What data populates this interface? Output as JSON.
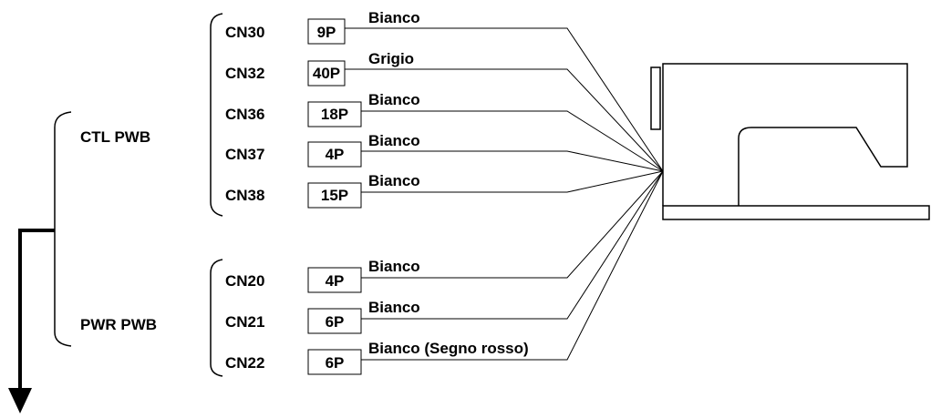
{
  "groups": [
    {
      "label": "CTL PWB",
      "connectors": [
        {
          "name": "CN30",
          "pins": "9P",
          "wire": "Bianco"
        },
        {
          "name": "CN32",
          "pins": "40P",
          "wire": "Grigio"
        },
        {
          "name": "CN36",
          "pins": "18P",
          "wire": "Bianco"
        },
        {
          "name": "CN37",
          "pins": "4P",
          "wire": "Bianco"
        },
        {
          "name": "CN38",
          "pins": "15P",
          "wire": "Bianco"
        }
      ]
    },
    {
      "label": "PWR PWB",
      "connectors": [
        {
          "name": "CN20",
          "pins": "4P",
          "wire": "Bianco"
        },
        {
          "name": "CN21",
          "pins": "6P",
          "wire": "Bianco"
        },
        {
          "name": "CN22",
          "pins": "6P",
          "wire": "Bianco (Segno rosso)"
        }
      ]
    }
  ]
}
